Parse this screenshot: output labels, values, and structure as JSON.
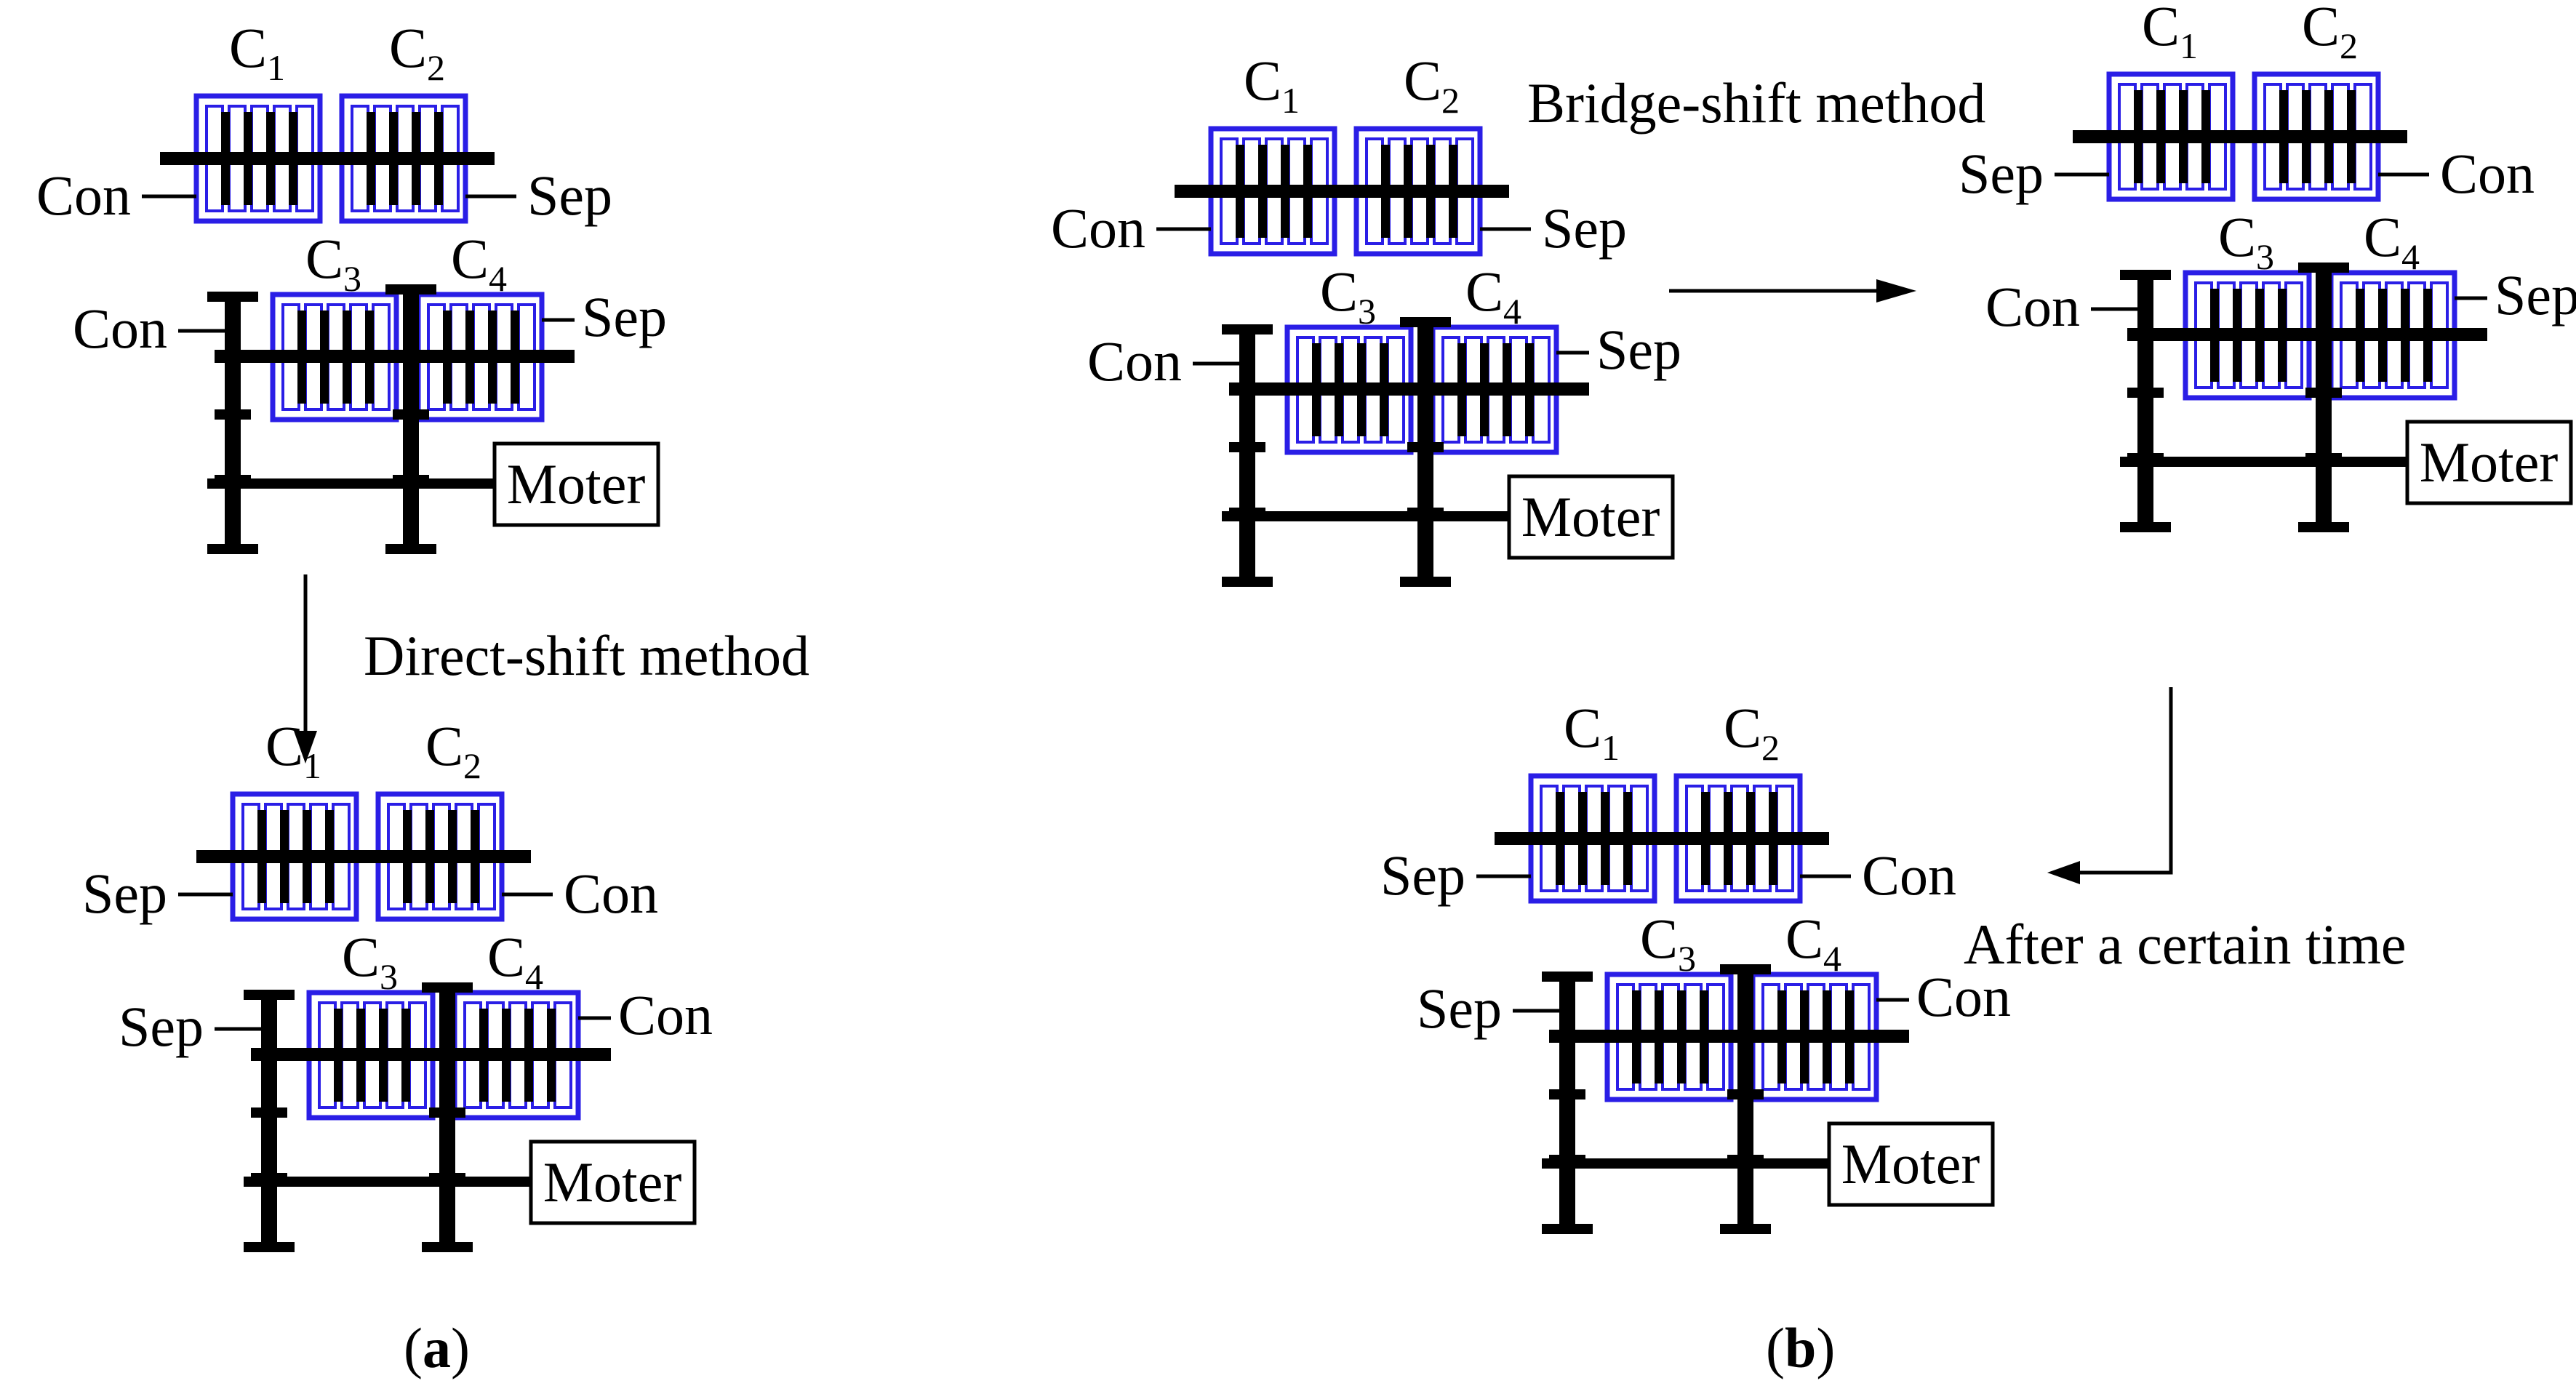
{
  "labels": {
    "con": "Con",
    "sep": "Sep",
    "motor": "Moter",
    "c": "C",
    "n1": "1",
    "n2": "2",
    "n3": "3",
    "n4": "4",
    "direct_shift": "Direct-shift method",
    "bridge_shift": "Bridge-shift method",
    "after_time": "After a certain time"
  },
  "captions": {
    "a_open": "(",
    "a_letter": "a",
    "a_close": ")",
    "b_open": "(",
    "b_letter": "b",
    "b_close": ")"
  },
  "colors": {
    "clutch": "#2a1ee6",
    "line": "#000000"
  },
  "states": [
    {
      "id": "a-top",
      "c1": "Con",
      "c2": "Sep",
      "c3": "Con",
      "c4": "Sep"
    },
    {
      "id": "a-bottom",
      "c1": "Sep",
      "c2": "Con",
      "c3": "Sep",
      "c4": "Con"
    },
    {
      "id": "b-left",
      "c1": "Con",
      "c2": "Sep",
      "c3": "Con",
      "c4": "Sep"
    },
    {
      "id": "b-right",
      "c1": "Sep",
      "c2": "Con",
      "c3": "Con",
      "c4": "Sep"
    },
    {
      "id": "b-bottom",
      "c1": "Sep",
      "c2": "Con",
      "c3": "Sep",
      "c4": "Con"
    }
  ]
}
